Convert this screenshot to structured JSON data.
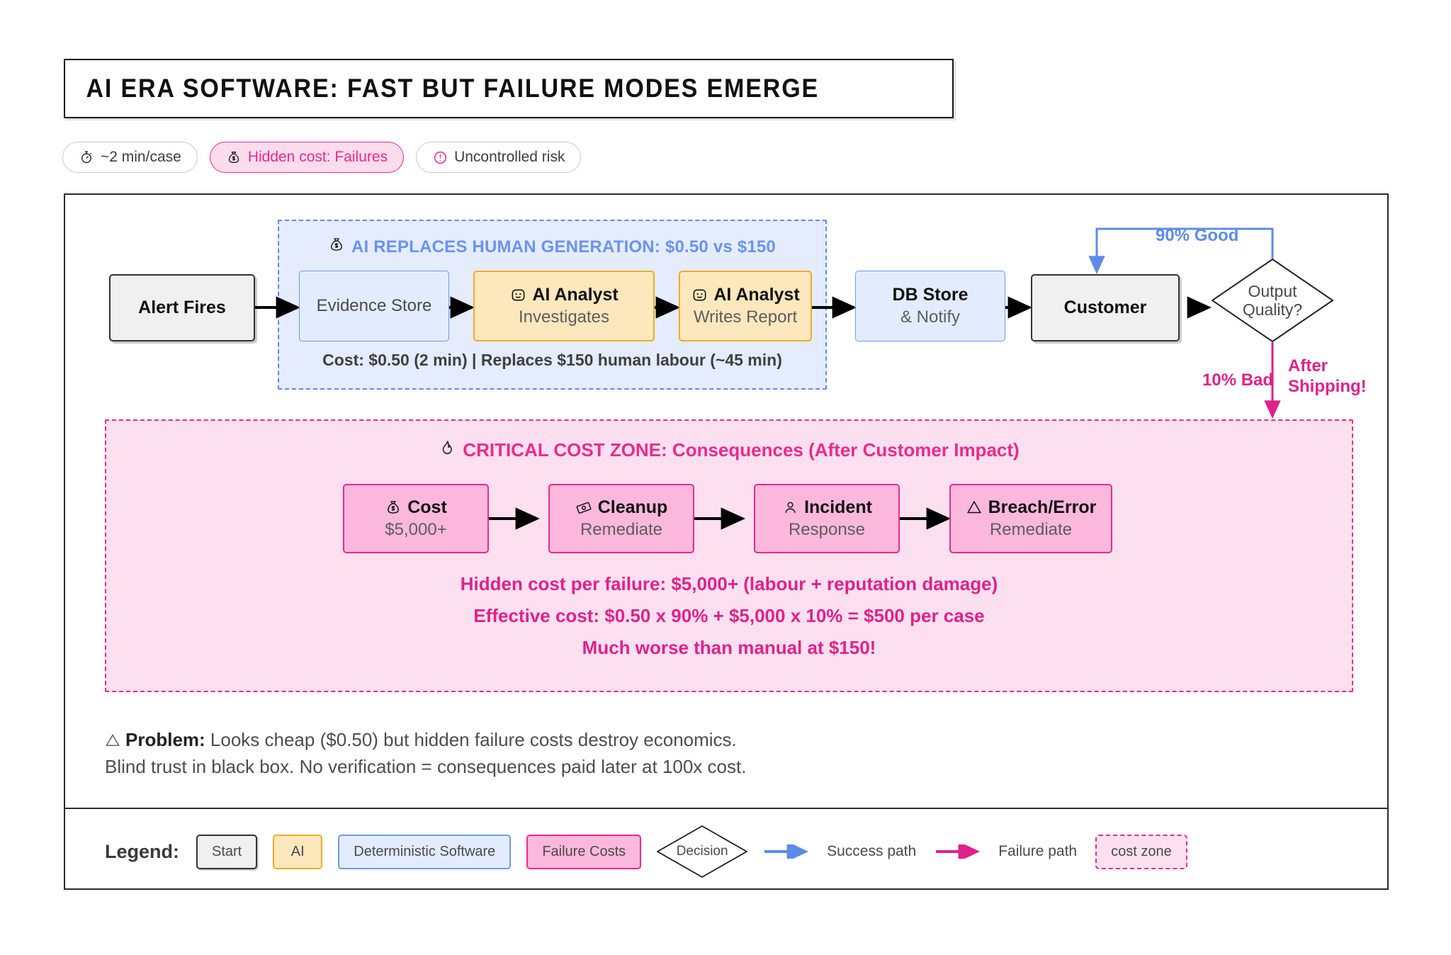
{
  "title": "AI ERA SOFTWARE: FAST BUT FAILURE MODES EMERGE",
  "badges": [
    {
      "icon": "stopwatch-icon",
      "label": "~2 min/case",
      "style": "neutral"
    },
    {
      "icon": "money-bag-icon",
      "label": "Hidden cost: Failures",
      "style": "pink"
    },
    {
      "icon": "warning-circle-icon",
      "label": "Uncontrolled risk",
      "style": "neutral"
    }
  ],
  "flow": {
    "start_node": {
      "label": "Alert Fires"
    },
    "blue_zone": {
      "icon": "money-bag-icon",
      "header": "AI REPLACES HUMAN GENERATION: $0.50 vs $150",
      "footer": "Cost: $0.50 (2 min) | Replaces $150 human labour (~45 min)",
      "nodes": [
        {
          "type": "deterministic",
          "title": "Evidence Store",
          "sub": ""
        },
        {
          "type": "ai",
          "icon": "robot-face-icon",
          "title": "AI Analyst",
          "sub": "Investigates"
        },
        {
          "type": "ai",
          "icon": "robot-face-icon",
          "title": "AI Analyst",
          "sub": "Writes Report"
        }
      ]
    },
    "db_node": {
      "title": "DB Store",
      "sub": "& Notify"
    },
    "customer_node": {
      "title": "Customer"
    },
    "decision": {
      "line1": "Output",
      "line2": "Quality?"
    },
    "success_label": "90% Good",
    "failure_label": "10% Bad",
    "failure_note_line1": "After",
    "failure_note_line2": "Shipping!"
  },
  "pink_zone": {
    "icon": "flame-icon",
    "header": "CRITICAL COST ZONE: Consequences (After Customer Impact)",
    "nodes": [
      {
        "icon": "money-bag-icon",
        "title": "Cost",
        "sub": "$5,000+"
      },
      {
        "icon": "banknote-icon",
        "title": "Cleanup",
        "sub": "Remediate"
      },
      {
        "icon": "person-icon",
        "title": "Incident",
        "sub": "Response"
      },
      {
        "icon": "warning-triangle-icon",
        "title": "Breach/Error",
        "sub": "Remediate"
      }
    ],
    "cost_lines": [
      "Hidden cost per failure: $5,000+ (labour + reputation damage)",
      "Effective cost: $0.50 x 90% + $5,000 x 10% = $500 per case",
      "Much worse than manual at $150!"
    ]
  },
  "problem": {
    "icon": "warning-triangle-icon",
    "label": "Problem:",
    "line1_rest": " Looks cheap ($0.50) but hidden failure costs destroy economics.",
    "line2": "Blind trust in black box. No verification = consequences paid later at 100x cost."
  },
  "legend": {
    "title": "Legend:",
    "chips": [
      {
        "label": "Start",
        "kind": "start"
      },
      {
        "label": "AI",
        "kind": "ai"
      },
      {
        "label": "Deterministic Software",
        "kind": "deterministic"
      },
      {
        "label": "Failure Costs",
        "kind": "failure"
      }
    ],
    "decision_label": "Decision",
    "success_path": "Success path",
    "failure_path": "Failure path",
    "cost_zone": "cost zone"
  },
  "colors": {
    "pink": "#ec2a8a",
    "pink_text": "#e0218a",
    "blue": "#5d8ce8",
    "blue_header": "#6b93ee",
    "ai_amber": "#f2ab25",
    "det_fill": "#e3ecfe",
    "ai_fill": "#fde8bd",
    "fail_fill": "#fbb8dc",
    "zone_pink_fill": "#fde0ef",
    "zone_blue_fill": "#e4ecfd",
    "ink": "#1a1a1a"
  }
}
